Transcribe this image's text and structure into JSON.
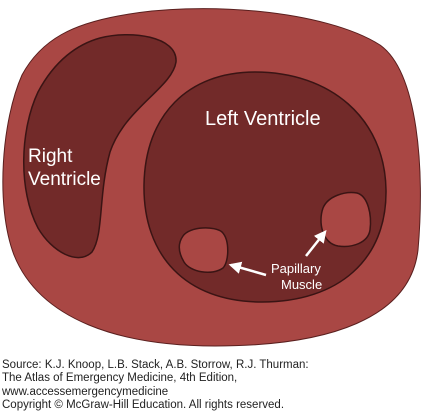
{
  "diagram": {
    "labels": {
      "right_ventricle_line1": "Right",
      "right_ventricle_line2": "Ventricle",
      "left_ventricle": "Left Ventricle",
      "papillary_line1": "Papillary",
      "papillary_line2": "Muscle"
    },
    "colors": {
      "outer_wall": "#A94744",
      "chamber": "#722A29",
      "chamber_outline": "#3A1414",
      "papillary_muscle": "#A94744",
      "label_text": "#FFFFFF",
      "arrow": "#FFFFFF"
    }
  },
  "source": {
    "line1": "Source: K.J. Knoop, L.B. Stack, A.B. Storrow, R.J. Thurman:",
    "line2": "The Atlas of Emergency Medicine, 4th Edition,",
    "line3": "www.accessemergencymedicine",
    "line4": "Copyright © McGraw-Hill Education. All rights reserved."
  }
}
